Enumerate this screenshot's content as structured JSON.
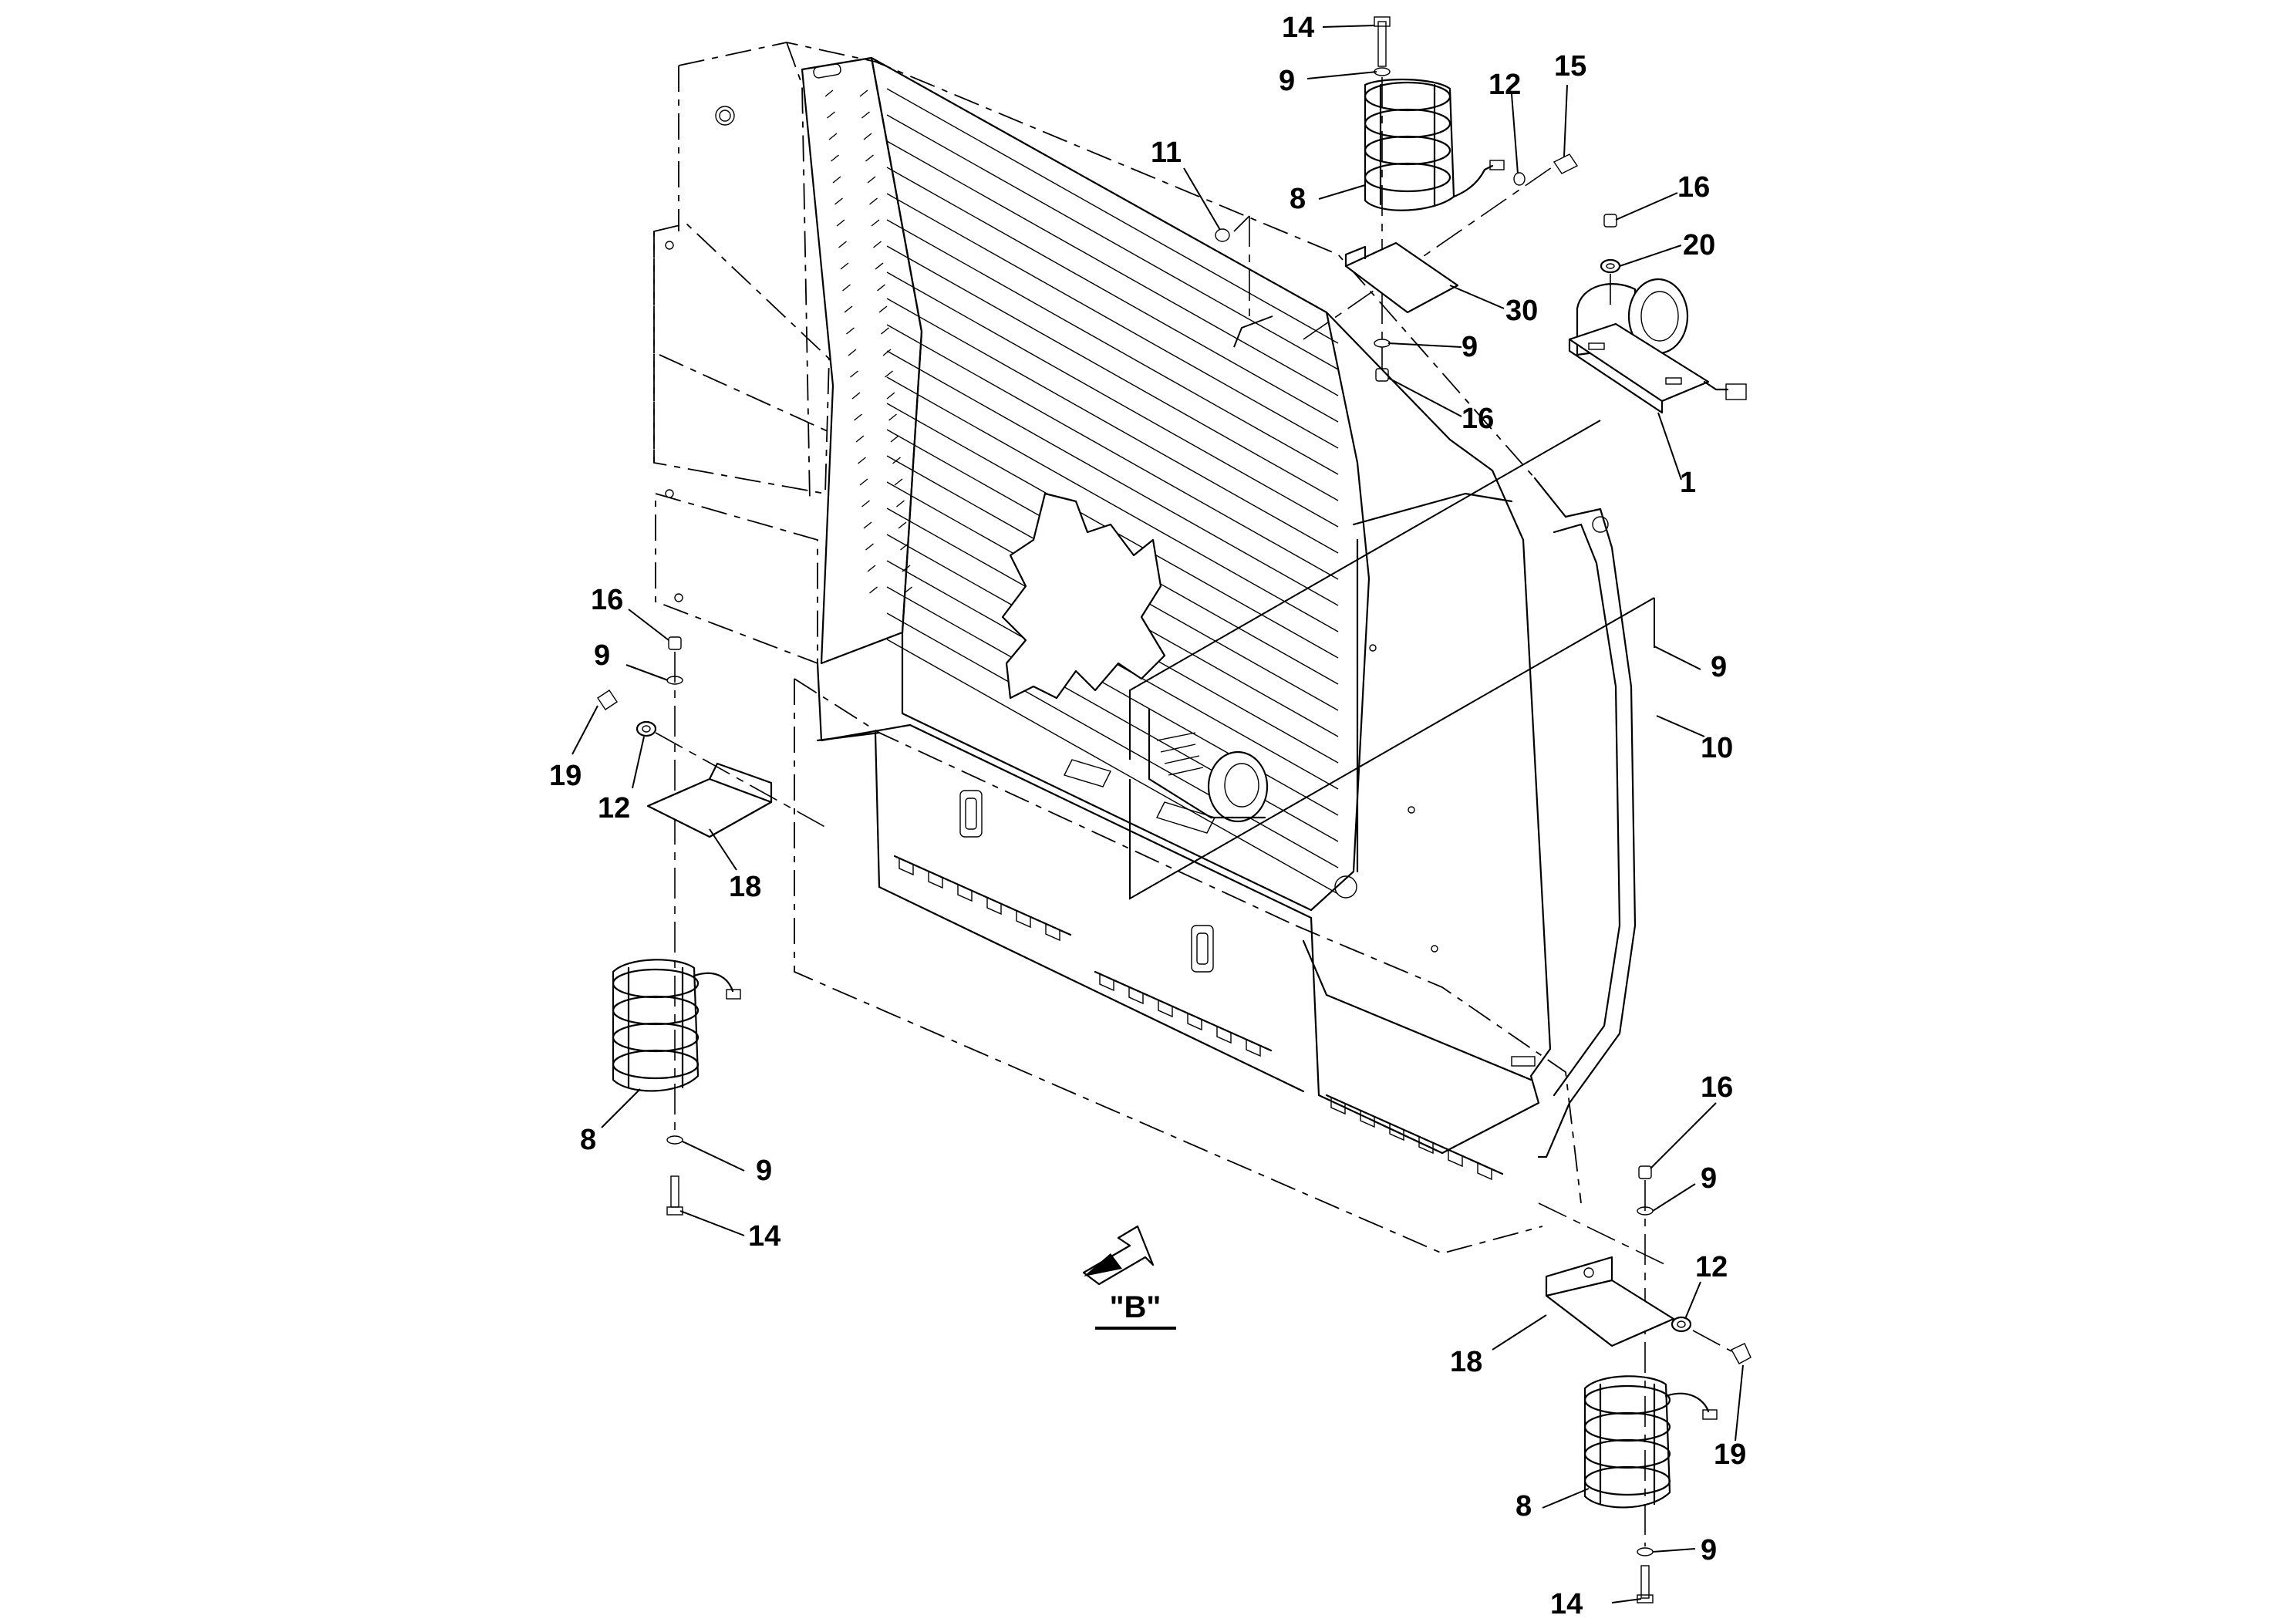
{
  "view_label": "\"B\"",
  "callouts": [
    {
      "id": "c14a",
      "text": "14"
    },
    {
      "id": "c9a",
      "text": "9"
    },
    {
      "id": "c12a",
      "text": "12"
    },
    {
      "id": "c15",
      "text": "15"
    },
    {
      "id": "c11",
      "text": "11"
    },
    {
      "id": "c8a",
      "text": "8"
    },
    {
      "id": "c16a",
      "text": "16"
    },
    {
      "id": "c20",
      "text": "20"
    },
    {
      "id": "c30",
      "text": "30"
    },
    {
      "id": "c9b",
      "text": "9"
    },
    {
      "id": "c16b",
      "text": "16"
    },
    {
      "id": "c1",
      "text": "1"
    },
    {
      "id": "c16c",
      "text": "16"
    },
    {
      "id": "c9c",
      "text": "9"
    },
    {
      "id": "c19a",
      "text": "19"
    },
    {
      "id": "c12b",
      "text": "12"
    },
    {
      "id": "c18a",
      "text": "18"
    },
    {
      "id": "c9d",
      "text": "9"
    },
    {
      "id": "c10",
      "text": "10"
    },
    {
      "id": "c8b",
      "text": "8"
    },
    {
      "id": "c9e",
      "text": "9"
    },
    {
      "id": "c14b",
      "text": "14"
    },
    {
      "id": "c16d",
      "text": "16"
    },
    {
      "id": "c9f",
      "text": "9"
    },
    {
      "id": "c12c",
      "text": "12"
    },
    {
      "id": "c18b",
      "text": "18"
    },
    {
      "id": "c19b",
      "text": "19"
    },
    {
      "id": "c8c",
      "text": "8"
    },
    {
      "id": "c9g",
      "text": "9"
    },
    {
      "id": "c14c",
      "text": "14"
    }
  ]
}
